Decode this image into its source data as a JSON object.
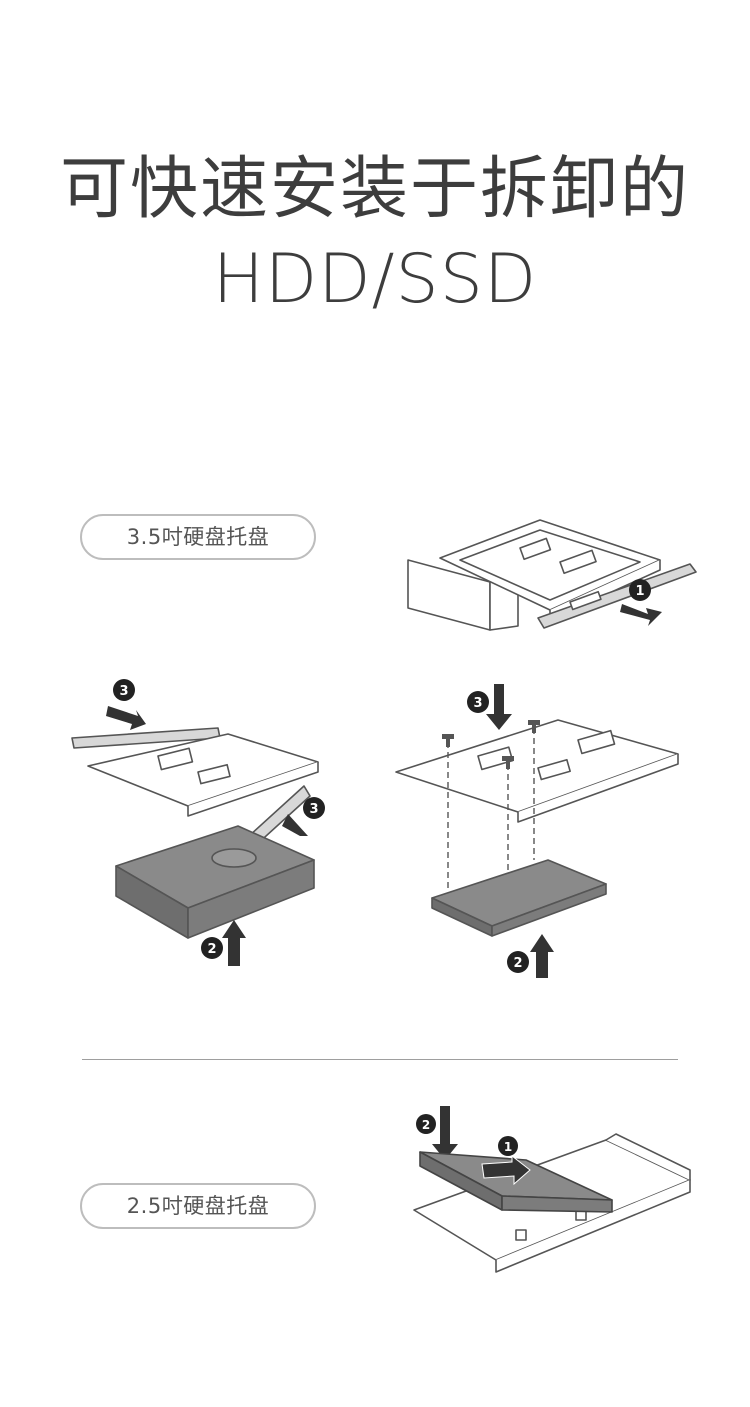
{
  "title": {
    "line1": "可快速安装于拆卸的",
    "line2": "HDD/SSD"
  },
  "sections": {
    "tray_35": {
      "label": "3.5吋硬盘托盘"
    },
    "tray_25": {
      "label": "2.5吋硬盘托盘"
    }
  },
  "steps": {
    "one": "1",
    "two": "2",
    "three": "3"
  },
  "colors": {
    "text": "#3d3d3d",
    "pill_border": "#bdbdbd",
    "drive_gray": "#8a8a8a",
    "arrow": "#333333",
    "line": "#555555"
  }
}
